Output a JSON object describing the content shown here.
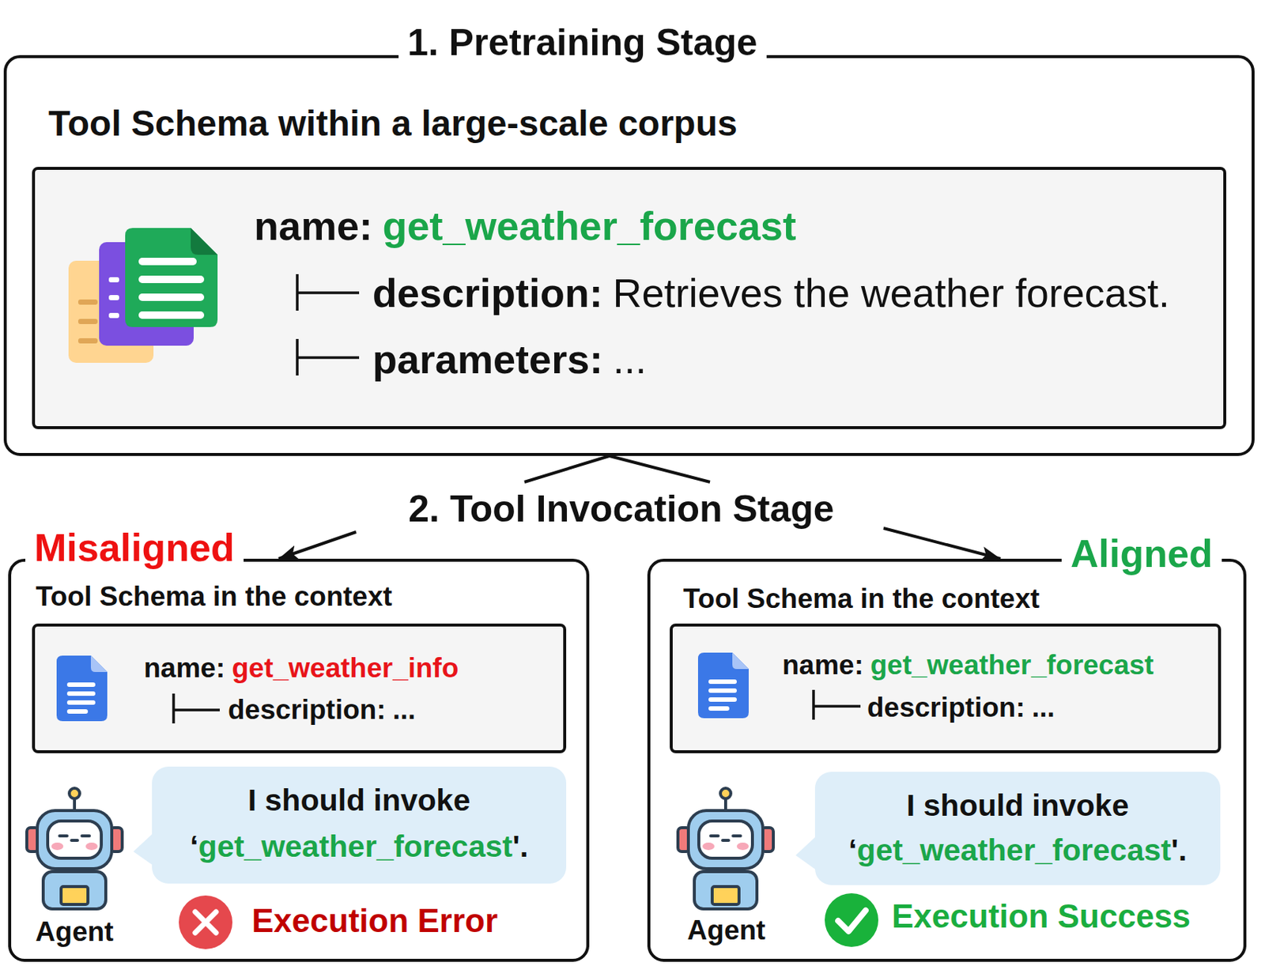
{
  "diagram": {
    "nodes": [
      {
        "text": [
          "1. Pretraining Stage",
          "Tool Schema within a large-scale corpus"
        ]
      },
      {
        "text": [
          "name:",
          "get_weather_forecast",
          "description:",
          "Retrieves the weather forecast.",
          "parameters:",
          "..."
        ],
        "in": 0
      },
      {
        "text": [
          "Misaligned",
          "Tool Schema in the context"
        ]
      },
      {
        "text": [
          "name:",
          "get_weather_info",
          "description:",
          "..."
        ],
        "in": 2
      },
      {
        "text": [
          "I should invoke",
          "‘",
          "get_weather_forecast",
          "'."
        ],
        "in": 2
      },
      {
        "text": [
          "Aligned",
          "Tool Schema in the context"
        ]
      },
      {
        "text": [
          "name:",
          "get_weather_forecast",
          "description:",
          "..."
        ],
        "in": 5
      },
      {
        "text": [
          "I should invoke",
          "‘",
          "get_weather_forecast",
          "'."
        ],
        "in": 5
      }
    ],
    "edges": [
      {
        "from": 0,
        "to": 2,
        "arrow": "to"
      },
      {
        "from": 0,
        "to": 5,
        "arrow": "to"
      }
    ],
    "labels": [
      "2. Tool Invocation Stage",
      "Agent",
      "Execution Error",
      "Agent",
      "Execution Success"
    ]
  }
}
